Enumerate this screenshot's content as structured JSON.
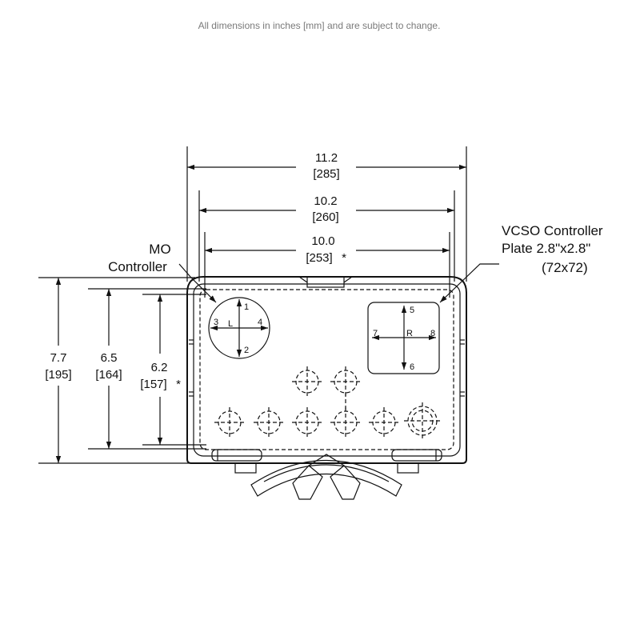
{
  "note": "All dimensions in inches [mm] and are subject to change.",
  "dimensions": {
    "width_overall": {
      "value": "11.2",
      "metric": "[285]"
    },
    "width_inner": {
      "value": "10.2",
      "metric": "[260]"
    },
    "width_plate": {
      "value": "10.0",
      "metric": "[253]",
      "marker": "*"
    },
    "height_overall": {
      "value": "7.7",
      "metric": "[195]"
    },
    "height_inner": {
      "value": "6.5",
      "metric": "[164]"
    },
    "height_plate": {
      "value": "6.2",
      "metric": "[157]",
      "marker": "*"
    }
  },
  "callouts": {
    "mo_controller": {
      "line1": "MO",
      "line2": "Controller"
    },
    "vcso_controller": {
      "line1": "VCSO Controller",
      "line2": "Plate 2.8\"x2.8\"",
      "line3": "(72x72)"
    }
  },
  "mo_knob": {
    "center": "L",
    "up": "1",
    "down": "2",
    "left": "3",
    "right": "4"
  },
  "vcso_plate": {
    "center": "R",
    "up": "5",
    "down": "6",
    "left": "7",
    "right": "8"
  }
}
